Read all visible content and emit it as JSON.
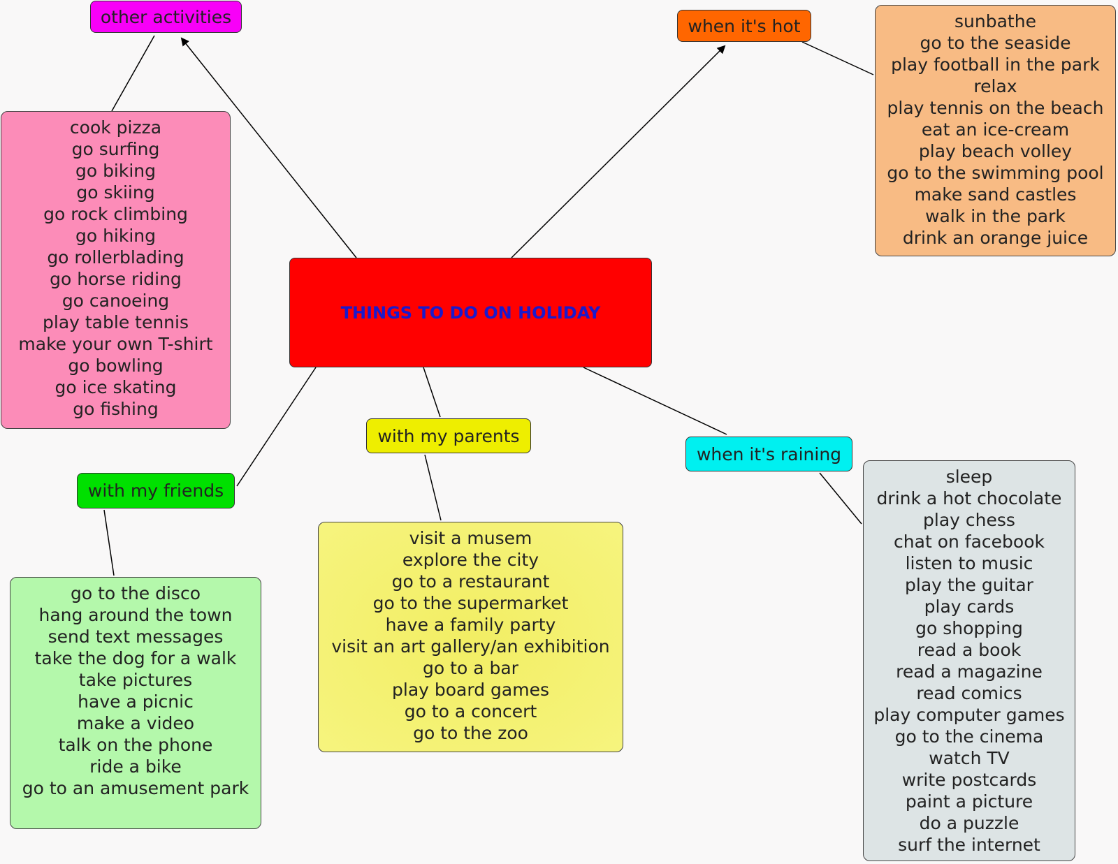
{
  "center": {
    "title": "THINGS TO DO ON HOLIDAY"
  },
  "branches": {
    "other": {
      "label": "other activities",
      "items": [
        "cook pizza",
        "go surfing",
        "go biking",
        "go skiing",
        "go rock climbing",
        "go hiking",
        "go rollerblading",
        "go horse riding",
        "go canoeing",
        "play table tennis",
        "make your own T-shirt",
        "go bowling",
        "go ice skating",
        "go fishing"
      ]
    },
    "hot": {
      "label": "when it's hot",
      "items": [
        "sunbathe",
        "go to the seaside",
        "play football in the park",
        "relax",
        "play tennis on the beach",
        "eat an ice-cream",
        "play beach volley",
        "go to the swimming pool",
        "make sand castles",
        "walk in the park",
        "drink an orange juice"
      ]
    },
    "parents": {
      "label": "with my parents",
      "items": [
        "visit a musem",
        "explore the city",
        "go to a restaurant",
        "go to the supermarket",
        "have a family party",
        "visit an art gallery/an exhibition",
        "go to a bar",
        "play board games",
        "go to a concert",
        "go to the zoo"
      ]
    },
    "raining": {
      "label": "when it's raining",
      "items": [
        "sleep",
        "drink a hot chocolate",
        "play chess",
        "chat on facebook",
        "listen to music",
        "play the guitar",
        "play cards",
        "go shopping",
        "read a book",
        "read a magazine",
        "read comics",
        "play computer games",
        "go to the cinema",
        "watch TV",
        "write postcards",
        "paint a picture",
        "do a puzzle",
        "surf the internet"
      ]
    },
    "friends": {
      "label": "with my friends",
      "items": [
        "go to the disco",
        "hang around the town",
        "send text messages",
        "take the dog for a walk",
        "take pictures",
        "have a picnic",
        "make a video",
        "talk on the phone",
        "ride a bike",
        "go to an amusement park"
      ]
    }
  },
  "colors": {
    "center": "#ff0000",
    "center_text": "#1a1acc",
    "other_label": "#f800f8",
    "other_box": "#fc8cb8",
    "hot_label": "#ff6600",
    "hot_box": "#f8bb84",
    "parents_label": "#eeee00",
    "parents_box": "#f4f272",
    "raining_label": "#00f0f0",
    "raining_box": "#dde4e5",
    "friends_label": "#00e000",
    "friends_box": "#b4f8ab"
  }
}
